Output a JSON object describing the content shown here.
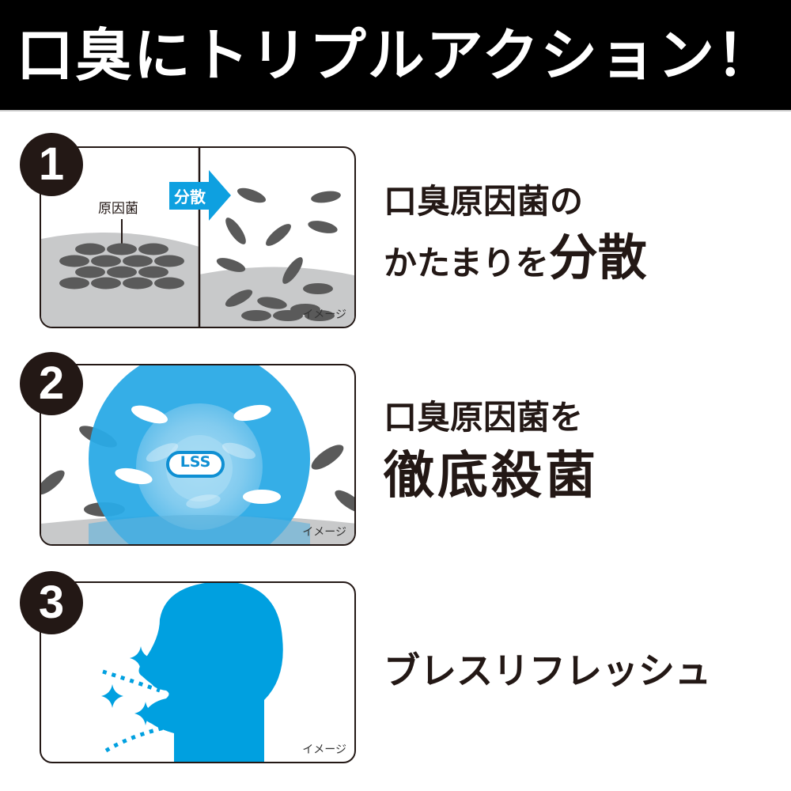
{
  "header": {
    "title": "口臭にトリプルアクション！"
  },
  "colors": {
    "header_bg": "#000000",
    "badge_bg": "#231815",
    "accent_blue": "#0ea0e0",
    "bacteria_gray": "#5a5a5a",
    "surface_gray": "#c8c9ca"
  },
  "steps": [
    {
      "number": "1",
      "illustration": {
        "label_bacteria": "原因菌",
        "arrow_label": "分散",
        "caption": "イメージ"
      },
      "description": {
        "line1": "口臭原因菌の",
        "line2_prefix": "かたまりを",
        "line2_emphasis": "分散"
      }
    },
    {
      "number": "2",
      "illustration": {
        "badge_label": "LSS",
        "caption": "イメージ"
      },
      "description": {
        "line1": "口臭原因菌を",
        "line2_emphasis": "徹底殺菌"
      }
    },
    {
      "number": "3",
      "illustration": {
        "caption": "イメージ"
      },
      "description": {
        "line1": "ブレスリフレッシュ"
      }
    }
  ]
}
